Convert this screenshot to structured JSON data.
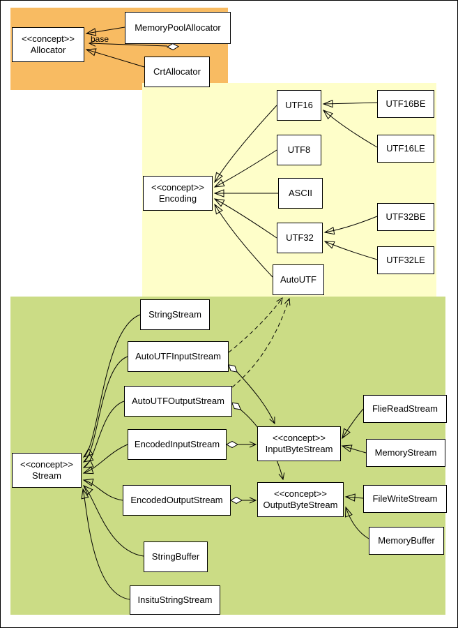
{
  "colors": {
    "allocator_region": "#F8BB62",
    "encoding_region": "#FEFEC9",
    "stream_region": "#CBDC85",
    "node_background": "#FFFFFF",
    "line": "#000000"
  },
  "nodes": {
    "allocator": {
      "stereotype": "<<concept>>",
      "name": "Allocator"
    },
    "memory_pool_allocator": {
      "name": "MemoryPoolAllocator"
    },
    "crt_allocator": {
      "name": "CrtAllocator"
    },
    "encoding": {
      "stereotype": "<<concept>>",
      "name": "Encoding"
    },
    "utf16": {
      "name": "UTF16"
    },
    "utf8": {
      "name": "UTF8"
    },
    "ascii": {
      "name": "ASCII"
    },
    "utf32": {
      "name": "UTF32"
    },
    "auto_utf": {
      "name": "AutoUTF"
    },
    "utf16be": {
      "name": "UTF16BE"
    },
    "utf16le": {
      "name": "UTF16LE"
    },
    "utf32be": {
      "name": "UTF32BE"
    },
    "utf32le": {
      "name": "UTF32LE"
    },
    "string_stream": {
      "name": "StringStream"
    },
    "auto_utf_input_stream": {
      "name": "AutoUTFInputStream"
    },
    "auto_utf_output_stream": {
      "name": "AutoUTFOutputStream"
    },
    "encoded_input_stream": {
      "name": "EncodedInputStream"
    },
    "stream": {
      "stereotype": "<<concept>>",
      "name": "Stream"
    },
    "encoded_output_stream": {
      "name": "EncodedOutputStream"
    },
    "input_byte_stream": {
      "stereotype": "<<concept>>",
      "name": "InputByteStream"
    },
    "output_byte_stream": {
      "stereotype": "<<concept>>",
      "name": "OutputByteStream"
    },
    "flie_read_stream": {
      "name": "FlieReadStream"
    },
    "memory_stream": {
      "name": "MemoryStream"
    },
    "file_write_stream": {
      "name": "FileWriteStream"
    },
    "memory_buffer": {
      "name": "MemoryBuffer"
    },
    "string_buffer": {
      "name": "StringBuffer"
    },
    "insitu_string_stream": {
      "name": "InsituStringStream"
    }
  },
  "edge_labels": {
    "base": "base"
  },
  "edges": [
    {
      "from": "MemoryPoolAllocator",
      "to": "Allocator",
      "type": "realization"
    },
    {
      "from": "MemoryPoolAllocator",
      "to": "Allocator",
      "type": "aggregation",
      "label": "base"
    },
    {
      "from": "CrtAllocator",
      "to": "Allocator",
      "type": "realization"
    },
    {
      "from": "UTF16",
      "to": "Encoding",
      "type": "realization"
    },
    {
      "from": "UTF8",
      "to": "Encoding",
      "type": "realization"
    },
    {
      "from": "ASCII",
      "to": "Encoding",
      "type": "realization"
    },
    {
      "from": "UTF32",
      "to": "Encoding",
      "type": "realization"
    },
    {
      "from": "AutoUTF",
      "to": "Encoding",
      "type": "realization"
    },
    {
      "from": "UTF16BE",
      "to": "UTF16",
      "type": "realization"
    },
    {
      "from": "UTF16LE",
      "to": "UTF16",
      "type": "realization"
    },
    {
      "from": "UTF32BE",
      "to": "UTF32",
      "type": "realization"
    },
    {
      "from": "UTF32LE",
      "to": "UTF32",
      "type": "realization"
    },
    {
      "from": "StringStream",
      "to": "Stream",
      "type": "realization"
    },
    {
      "from": "AutoUTFInputStream",
      "to": "Stream",
      "type": "realization"
    },
    {
      "from": "AutoUTFOutputStream",
      "to": "Stream",
      "type": "realization"
    },
    {
      "from": "EncodedInputStream",
      "to": "Stream",
      "type": "realization"
    },
    {
      "from": "EncodedOutputStream",
      "to": "Stream",
      "type": "realization"
    },
    {
      "from": "StringBuffer",
      "to": "Stream",
      "type": "realization"
    },
    {
      "from": "InsituStringStream",
      "to": "Stream",
      "type": "realization"
    },
    {
      "from": "AutoUTFInputStream",
      "to": "AutoUTF",
      "type": "dependency"
    },
    {
      "from": "AutoUTFOutputStream",
      "to": "AutoUTF",
      "type": "dependency"
    },
    {
      "from": "AutoUTFInputStream",
      "to": "InputByteStream",
      "type": "aggregation"
    },
    {
      "from": "EncodedInputStream",
      "to": "InputByteStream",
      "type": "aggregation"
    },
    {
      "from": "AutoUTFOutputStream",
      "to": "OutputByteStream",
      "type": "aggregation"
    },
    {
      "from": "EncodedOutputStream",
      "to": "OutputByteStream",
      "type": "aggregation"
    },
    {
      "from": "FlieReadStream",
      "to": "InputByteStream",
      "type": "realization"
    },
    {
      "from": "MemoryStream",
      "to": "InputByteStream",
      "type": "realization"
    },
    {
      "from": "FileWriteStream",
      "to": "OutputByteStream",
      "type": "realization"
    },
    {
      "from": "MemoryBuffer",
      "to": "OutputByteStream",
      "type": "realization"
    }
  ]
}
